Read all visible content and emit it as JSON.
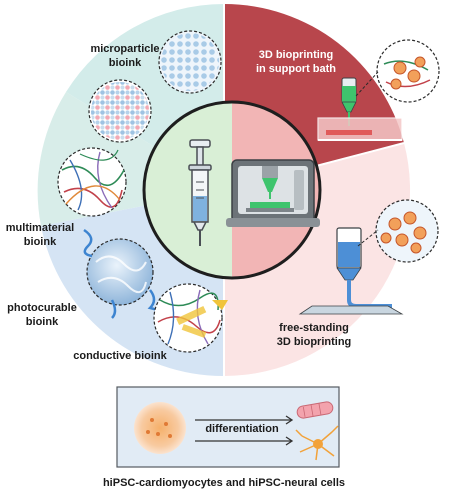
{
  "labels": {
    "microparticle_1": "microparticle",
    "microparticle_2": "bioink",
    "bath_1": "3D bioprinting",
    "bath_2": "in support bath",
    "multimaterial_1": "multimaterial",
    "multimaterial_2": "bioink",
    "photocurable_1": "photocurable",
    "photocurable_2": "bioink",
    "conductive": "conductive bioink",
    "freestanding_1": "free-standing",
    "freestanding_2": "3D bioprinting",
    "differentiation": "differentiation",
    "cells_caption": "hiPSC-cardiomyocytes and hiPSC-neural cells"
  },
  "colors": {
    "bath_sector": "#b8464c",
    "freestanding_sector": "#fbe4e4",
    "teal_sector": "#d3ecea",
    "blue_sector": "#d5e4f4",
    "inner_left": "#d9efd6",
    "inner_right": "#f2b5b5",
    "bottom_box": "#e1ebf5"
  },
  "icons": [
    "syringe-icon",
    "bioprinter-icon",
    "spheroid-icon",
    "cardiomyocyte-icon",
    "neuron-icon"
  ]
}
